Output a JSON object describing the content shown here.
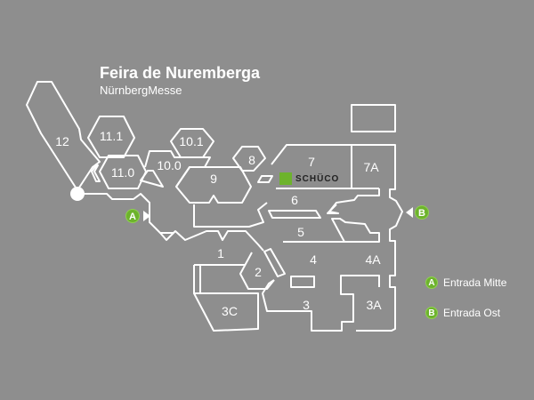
{
  "header": {
    "title": "Feira de Nuremberga",
    "subtitle": "NürnbergMesse"
  },
  "halls": [
    "12",
    "11.1",
    "11.0",
    "10.1",
    "10.0",
    "9",
    "8",
    "7",
    "7A",
    "6",
    "5",
    "4",
    "4A",
    "3",
    "3A",
    "3C",
    "2",
    "1"
  ],
  "sponsor": {
    "logo_text": "SCHÜCO",
    "color": "#6db32c"
  },
  "entrances": [
    {
      "letter": "A",
      "name": "Entrada Mitte"
    },
    {
      "letter": "B",
      "name": "Entrada Ost"
    }
  ],
  "colors": {
    "background": "#8e8e8e",
    "accent": "#6db32c",
    "outline": "#ffffff"
  }
}
